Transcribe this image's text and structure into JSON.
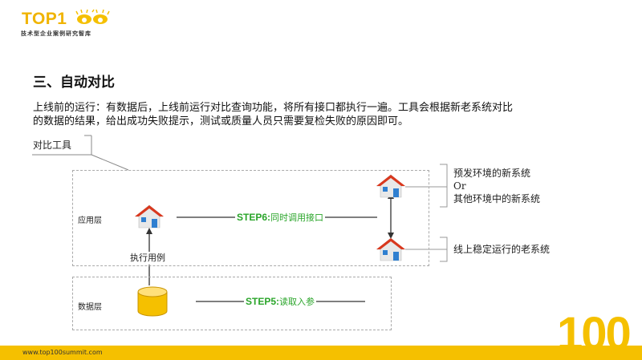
{
  "logo": {
    "brand": "TOP1",
    "tagline": "技术型企业案例研究智库"
  },
  "heading": "三、自动对比",
  "paragraph": {
    "line1": "上线前的运行：有数据后，上线前运行对比查询功能，将所有接口都执行一遍。工具会根据新老系统对比",
    "line2": "的数据的结果，给出成功失败提示，测试或质量人员只需要复检失败的原因即可。"
  },
  "diagram": {
    "tool_label": "对比工具",
    "app_layer": "应用层",
    "data_layer": "数据层",
    "exec_case": "执行用例",
    "step6": {
      "tag": "STEP6:",
      "text": "同时调用接口"
    },
    "step5": {
      "tag": "STEP5:",
      "text": "读取入参"
    },
    "new_system": {
      "line1": "预发环境的新系统",
      "line2": "Or",
      "line3": "其他环境中的新系统"
    },
    "old_system": "线上稳定运行的老系统"
  },
  "footer": {
    "url": "www.top100summit.com",
    "badge": "100"
  },
  "colors": {
    "brand_yellow": "#f5c000",
    "step_green": "#2aa52a",
    "house_red": "#d9381e",
    "house_blue": "#2f7fd0",
    "db_yellow": "#f5c000"
  }
}
